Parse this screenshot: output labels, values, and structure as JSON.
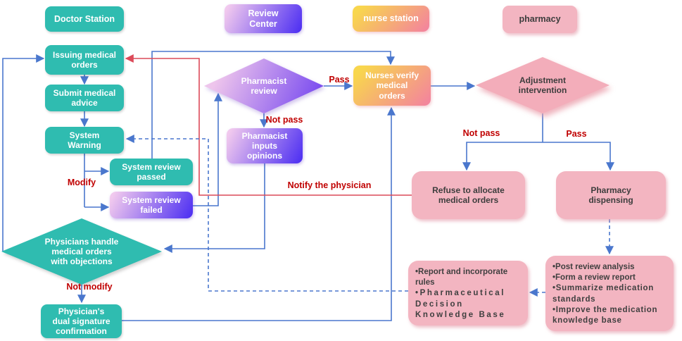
{
  "lanes": {
    "doctor_station": "Doctor Station",
    "review_center": "Review Center",
    "nurse_station": "nurse station",
    "pharmacy": "pharmacy"
  },
  "nodes": {
    "issuing": "Issuing medical orders",
    "submit": "Submit medical advice",
    "system_warning": "System Warning",
    "system_review_passed": "System review passed",
    "system_review_failed": "System review failed",
    "physicians_handle": "Physicians handle medical orders with objections",
    "dual_signature": "Physician's dual signature confirmation",
    "pharmacist_review": "Pharmacist review",
    "pharmacist_inputs": "Pharmacist inputs opinions",
    "nurses_verify": "Nurses verify medical orders",
    "adjustment_intervention": "Adjustment intervention",
    "refuse_allocate": "Refuse to allocate medical orders",
    "pharmacy_dispensing": "Pharmacy dispensing",
    "knowledge_base": {
      "items": [
        "•Report and incorporate rules",
        "•Pharmaceutical Decision Knowledge Base"
      ]
    },
    "post_review": {
      "items": [
        "•Post review analysis",
        "•Form a review report",
        "•Summarize medication standards",
        "•Improve the medication knowledge base"
      ]
    }
  },
  "edge_labels": {
    "pass_review": "Pass",
    "not_pass_review": "Not pass",
    "not_pass_adjustment": "Not pass",
    "pass_adjustment": "Pass",
    "modify": "Modify",
    "not_modify": "Not modify",
    "notify_physician": "Notify the physician"
  },
  "colors": {
    "teal": "#2fbcb0",
    "purple_gradient_from": "#f1c9ee",
    "purple_gradient_to": "#4a2cf2",
    "warm_gradient_from": "#f8d64d",
    "warm_gradient_to": "#f3859c",
    "pink": "#f3b5c1",
    "blue_connector": "#4a77cd",
    "red_connector": "#dc4a59",
    "label_red": "#c00000",
    "dark_text": "#3d3d3d"
  }
}
